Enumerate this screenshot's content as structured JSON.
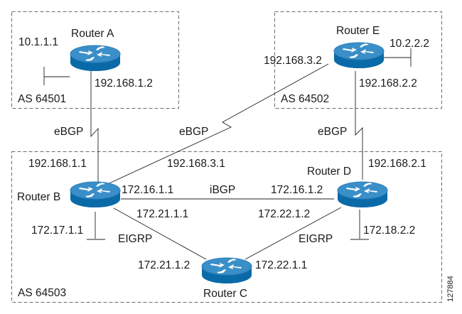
{
  "colors": {
    "router_top": "#3a8fc8",
    "router_side": "#0a6aa8",
    "router_rim": "#2c7fbc",
    "arrow": "#ffffff",
    "line": "#222222",
    "box_border": "#6b6b6b"
  },
  "autonomous_systems": [
    {
      "id": "as64501",
      "label": "AS 64501"
    },
    {
      "id": "as64502",
      "label": "AS 64502"
    },
    {
      "id": "as64503",
      "label": "AS 64503"
    }
  ],
  "routers": [
    {
      "id": "A",
      "label": "Router A",
      "icon": "router-icon"
    },
    {
      "id": "B",
      "label": "Router B",
      "icon": "router-icon"
    },
    {
      "id": "C",
      "label": "Router C",
      "icon": "router-icon"
    },
    {
      "id": "D",
      "label": "Router D",
      "icon": "router-icon"
    },
    {
      "id": "E",
      "label": "Router E",
      "icon": "router-icon"
    }
  ],
  "stub_networks": [
    {
      "router": "A",
      "address": "10.1.1.1"
    },
    {
      "router": "E",
      "address": "10.2.2.2"
    },
    {
      "router": "B",
      "address": "172.17.1.1"
    },
    {
      "router": "D",
      "address": "172.18.2.2"
    }
  ],
  "links": [
    {
      "from": "A",
      "to": "B",
      "protocol": "eBGP",
      "from_ip": "192.168.1.2",
      "to_ip": "192.168.1.1",
      "type": "serial"
    },
    {
      "from": "E",
      "to": "B",
      "protocol": "eBGP",
      "from_ip": "192.168.3.2",
      "to_ip": "192.168.3.1",
      "type": "serial"
    },
    {
      "from": "E",
      "to": "D",
      "protocol": "eBGP",
      "from_ip": "192.168.2.2",
      "to_ip": "192.168.2.1",
      "type": "serial"
    },
    {
      "from": "B",
      "to": "D",
      "protocol": "iBGP",
      "from_ip": "172.16.1.1",
      "to_ip": "172.16.1.2",
      "type": "ethernet"
    },
    {
      "from": "B",
      "to": "C",
      "protocol": "EIGRP",
      "from_ip": "172.21.1.1",
      "to_ip": "172.21.1.2",
      "type": "ethernet"
    },
    {
      "from": "D",
      "to": "C",
      "protocol": "EIGRP",
      "from_ip": "172.22.1.2",
      "to_ip": "172.22.1.1",
      "type": "ethernet"
    }
  ],
  "figure_id": "127884"
}
